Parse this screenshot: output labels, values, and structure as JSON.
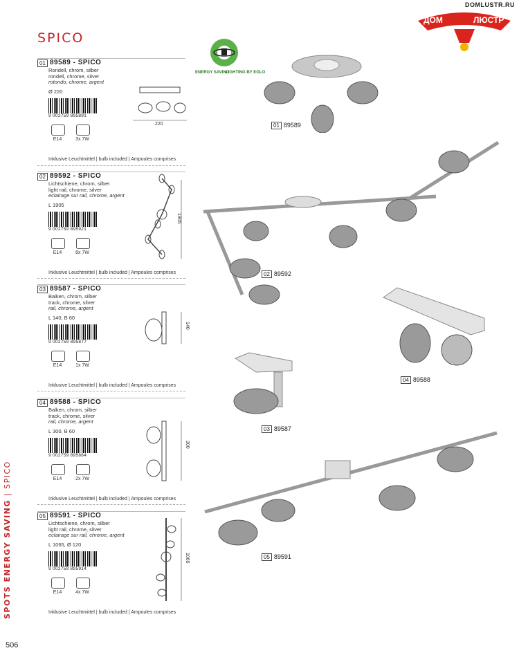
{
  "brand": {
    "logo_line1": "ДОМ",
    "logo_line2": "ЛЮСТР",
    "url": "DOMLUSTR.RU"
  },
  "page": {
    "title": "SPICO",
    "number": "506",
    "spine_bold": "SPOTS ENERGY SAVING",
    "spine_sep": " | ",
    "spine_light": "SPICO"
  },
  "energy_badge": {
    "top": "ENERGY SAVING",
    "bottom": "LIGHTING BY EGLO"
  },
  "entries": [
    {
      "num": "01",
      "title": "89589  -  SPICO",
      "desc1": "Rondell, chrom, silber",
      "desc2": "rondell, chrome, silver",
      "desc3": "rotondo, chrome, argent",
      "dim": "Ø 220",
      "barcode": "9 002759 895891",
      "socket": "E14",
      "bulb": "3x 7W",
      "included": "Inklusive Leuchtmittel | bulb included | Ampoules comprises",
      "drawing_dim": "220"
    },
    {
      "num": "02",
      "title": "89592  -  SPICO",
      "desc1": "Lichtschiene, chrom, silber",
      "desc2": "light rail, chrome, silver",
      "desc3": "eclairage sur rail, chrome, argent",
      "dim": "L 1905",
      "barcode": "9 002759 895921",
      "socket": "E14",
      "bulb": "6x 7W",
      "included": "Inklusive Leuchtmittel | bulb included | Ampoules comprises",
      "drawing_dim": "1905"
    },
    {
      "num": "03",
      "title": "89587  -  SPICO",
      "desc1": "Balken, chrom, silber",
      "desc2": "track, chrome, silver",
      "desc3": "rail, chrome, argent",
      "dim": "L 140, B 60",
      "barcode": "9 002759 895877",
      "socket": "E14",
      "bulb": "1x 7W",
      "included": "Inklusive Leuchtmittel | bulb included | Ampoules comprises",
      "drawing_dim": "140"
    },
    {
      "num": "04",
      "title": "89588  -  SPICO",
      "desc1": "Balken, chrom, silber",
      "desc2": "track, chrome, silver",
      "desc3": "rail, chrome, argent",
      "dim": "L 300, B 60",
      "barcode": "9 002759 895884",
      "socket": "E14",
      "bulb": "2x 7W",
      "included": "Inklusive Leuchtmittel | bulb included | Ampoules comprises",
      "drawing_dim": "300"
    },
    {
      "num": "05",
      "title": "89591  -  SPICO",
      "desc1": "Lichtschiene, chrom, silber",
      "desc2": "light rail, chrome, silver",
      "desc3": "eclairage sur rail, chrome, argent",
      "dim": "L 1065, Ø 120",
      "barcode": "9 002759 895914",
      "socket": "E14",
      "bulb": "4x 7W",
      "included": "Inklusive Leuchtmittel | bulb included | Ampoules comprises",
      "drawing_dim": "1065"
    }
  ],
  "product_labels": [
    {
      "num": "01",
      "code": "89589"
    },
    {
      "num": "02",
      "code": "89592"
    },
    {
      "num": "04",
      "code": "89588"
    },
    {
      "num": "03",
      "code": "89587"
    },
    {
      "num": "05",
      "code": "89591"
    }
  ],
  "colors": {
    "accent": "#c1272d",
    "logo_red": "#d9251d",
    "badge_green": "#5bb04a"
  }
}
